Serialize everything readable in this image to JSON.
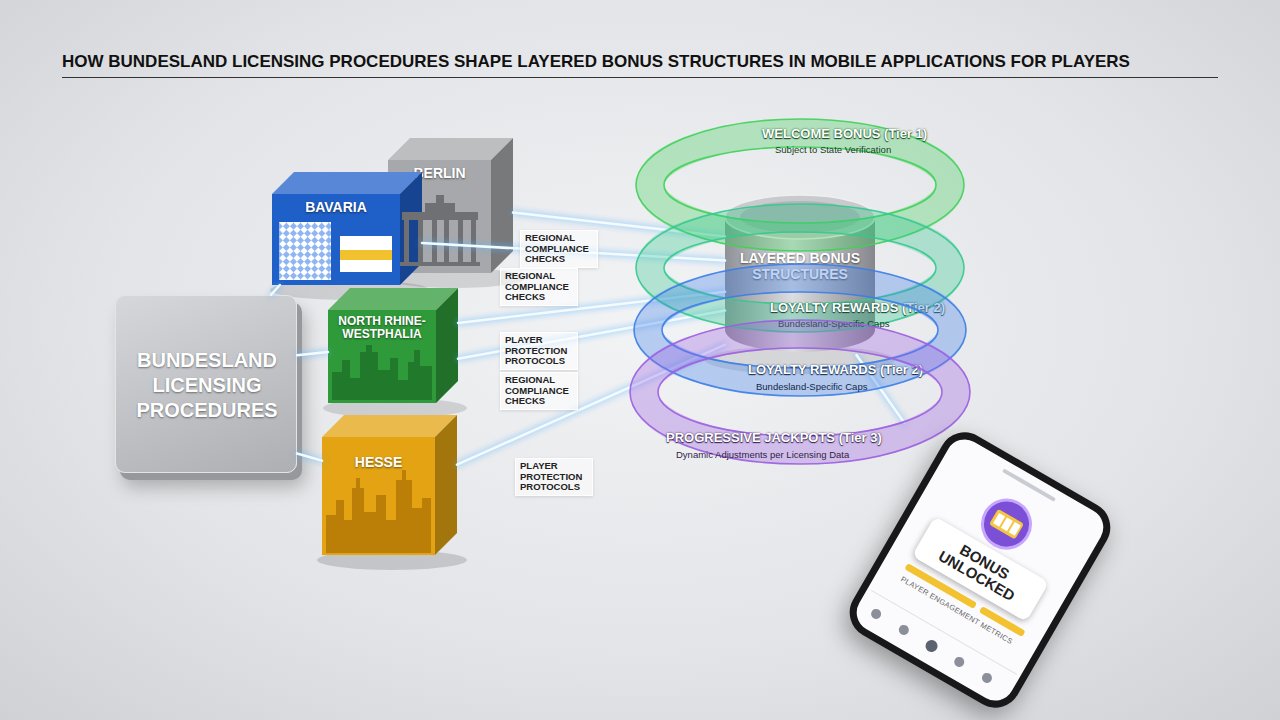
{
  "diagram": {
    "title": "HOW BUNDESLAND LICENSING PROCEDURES SHAPE LAYERED BONUS STRUCTURES IN MOBILE APPLICATIONS FOR PLAYERS",
    "nodes": [
      {
        "text": [
          "BUNDESLAND LICENSING PROCEDURES"
        ]
      },
      {
        "text": [
          "BERLIN"
        ]
      },
      {
        "text": [
          "BAVARIA"
        ]
      },
      {
        "text": [
          "NORTH RHINE-WESTPHALIA"
        ]
      },
      {
        "text": [
          "HESSE"
        ]
      },
      {
        "text": [
          "LAYERED BONUS STRUCTURES"
        ]
      },
      {
        "text": [
          "WELCOME BONUS (Tier 1)",
          "Subject to State Verification"
        ]
      },
      {
        "text": [
          "LOYALTY REWARDS (Tier 2)",
          "Bundesland-Specific Caps"
        ]
      },
      {
        "text": [
          "LOYALTY REWARDS (Tier 2)",
          "Bundesland-Specific Caps"
        ]
      },
      {
        "text": [
          "PROGRESSIVE JACKPOTS (Tier 3)",
          "Dynamic Adjustments per Licensing Data"
        ]
      },
      {
        "text": [
          "PLAYER ENGAGEMENT METRICS"
        ]
      },
      {
        "text": [
          "BONUS UNLOCKED"
        ],
        "in": 10
      }
    ],
    "edges": [
      {
        "from": 0,
        "to": 2,
        "arrow": "none"
      },
      {
        "from": 0,
        "to": 3,
        "arrow": "none"
      },
      {
        "from": 0,
        "to": 4,
        "arrow": "none"
      },
      {
        "from": 1,
        "to": 5,
        "label": "REGIONAL COMPLIANCE CHECKS",
        "arrow": "none"
      },
      {
        "from": 2,
        "to": 5,
        "label": "REGIONAL COMPLIANCE CHECKS",
        "arrow": "none"
      },
      {
        "from": 3,
        "to": 5,
        "label": "PLAYER PROTECTION PROTOCOLS",
        "arrow": "none"
      },
      {
        "from": 3,
        "to": 5,
        "label": "REGIONAL COMPLIANCE CHECKS",
        "arrow": "none"
      },
      {
        "from": 4,
        "to": 5,
        "label": "PLAYER PROTECTION PROTOCOLS",
        "arrow": "none"
      },
      {
        "from": 5,
        "to": 10,
        "arrow": "none"
      }
    ]
  }
}
